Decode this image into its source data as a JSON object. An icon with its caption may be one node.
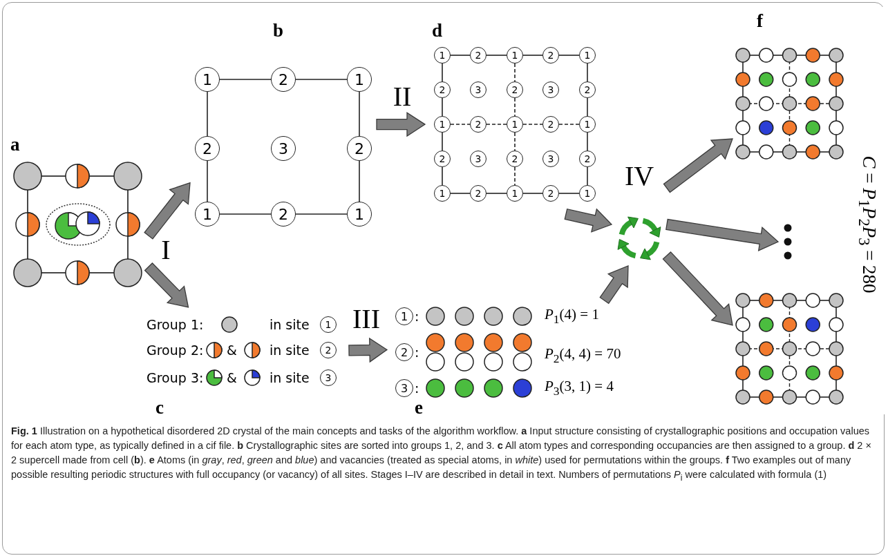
{
  "diagram": {
    "caption": "**Fig. 1** Illustration on a hypothetical disordered 2D crystal of the main concepts and tasks of the algorithm workflow. **a** Input structure consisting of crystallographic positions and occupation values for each atom type, as typically defined in a cif file. **b** Crystallographic sites are sorted into groups 1, 2, and 3. **c** All atom types and corresponding occupancies are then assigned to a group. **d** 2 × 2 supercell made from cell (**b**). **e** Atoms (in *gray*, *red*, *green* and *blue*) and vacancies (treated as special atoms, in *white*) used for permutations within the groups. **f** Two examples out of many possible resulting periodic structures with full occupancy (or vacancy) of all sites. Stages I–IV are described in detail in text. Numbers of permutations *P*$_{i}$ were calculated with formula (1)",
    "nodes": [
      {
        "text": [
          "a"
        ]
      },
      {
        "text": [
          "b"
        ]
      },
      {
        "text": [
          "1"
        ],
        "in": 1
      },
      {
        "text": [
          "2"
        ],
        "in": 1
      },
      {
        "text": [
          "1"
        ],
        "in": 1
      },
      {
        "text": [
          "2"
        ],
        "in": 1
      },
      {
        "text": [
          "3"
        ],
        "in": 1
      },
      {
        "text": [
          "2"
        ],
        "in": 1
      },
      {
        "text": [
          "1"
        ],
        "in": 1
      },
      {
        "text": [
          "2"
        ],
        "in": 1
      },
      {
        "text": [
          "1"
        ],
        "in": 1
      },
      {
        "text": [
          "d"
        ]
      },
      {
        "text": [
          "1"
        ],
        "in": 11
      },
      {
        "text": [
          "2"
        ],
        "in": 11
      },
      {
        "text": [
          "1"
        ],
        "in": 11
      },
      {
        "text": [
          "2"
        ],
        "in": 11
      },
      {
        "text": [
          "1"
        ],
        "in": 11
      },
      {
        "text": [
          "2"
        ],
        "in": 11
      },
      {
        "text": [
          "3"
        ],
        "in": 11
      },
      {
        "text": [
          "2"
        ],
        "in": 11
      },
      {
        "text": [
          "3"
        ],
        "in": 11
      },
      {
        "text": [
          "2"
        ],
        "in": 11
      },
      {
        "text": [
          "1"
        ],
        "in": 11
      },
      {
        "text": [
          "2"
        ],
        "in": 11
      },
      {
        "text": [
          "1"
        ],
        "in": 11
      },
      {
        "text": [
          "2"
        ],
        "in": 11
      },
      {
        "text": [
          "1"
        ],
        "in": 11
      },
      {
        "text": [
          "2"
        ],
        "in": 11
      },
      {
        "text": [
          "3"
        ],
        "in": 11
      },
      {
        "text": [
          "2"
        ],
        "in": 11
      },
      {
        "text": [
          "3"
        ],
        "in": 11
      },
      {
        "text": [
          "2"
        ],
        "in": 11
      },
      {
        "text": [
          "1"
        ],
        "in": 11
      },
      {
        "text": [
          "2"
        ],
        "in": 11
      },
      {
        "text": [
          "1"
        ],
        "in": 11
      },
      {
        "text": [
          "2"
        ],
        "in": 11
      },
      {
        "text": [
          "1"
        ],
        "in": 11
      },
      {
        "text": [],
        "shape": "picture",
        "beside": [
          "IV"
        ]
      },
      {
        "text": [
          "f"
        ]
      },
      {
        "text": [],
        "shape": "picture",
        "in": 38
      },
      {
        "text": [],
        "shape": "picture",
        "in": 38
      },
      {
        "text": [],
        "shape": "picture",
        "in": 38
      },
      {
        "text": [
          "Group 1:",
          "in site",
          "Group 2:",
          "&",
          "in site",
          "Group 3:",
          "&",
          "in site",
          "c"
        ]
      },
      {
        "text": [
          "1"
        ],
        "in": 42
      },
      {
        "text": [
          "2"
        ],
        "in": 42
      },
      {
        "text": [
          "3"
        ],
        "in": 42
      },
      {
        "text": [
          ":",
          "*P*$_{1}$(4) = 1",
          ":",
          "*P*$_{2}$(4, 4) = 70",
          ":",
          "*P*$_{3}$(3, 1) = 4",
          "e"
        ]
      },
      {
        "text": [
          "1"
        ],
        "in": 46
      },
      {
        "text": [
          "2"
        ],
        "in": 46
      },
      {
        "text": [
          "3"
        ],
        "in": 46
      }
    ],
    "edges": [
      {
        "from": 0,
        "to": 1,
        "arrow": "to",
        "label": "I",
        "style": "thick",
        "color": "#808080"
      },
      {
        "from": 0,
        "to": 42,
        "arrow": "to",
        "style": "thick",
        "color": "#808080"
      },
      {
        "from": 1,
        "to": 11,
        "arrow": "to",
        "label": "II",
        "style": "thick",
        "color": "#808080"
      },
      {
        "from": 42,
        "to": 46,
        "arrow": "to",
        "label": "III",
        "style": "thick",
        "color": "#808080"
      },
      {
        "from": 11,
        "to": 37,
        "arrow": "to",
        "style": "thick",
        "color": "#808080"
      },
      {
        "from": 46,
        "to": 37,
        "arrow": "to",
        "style": "thick",
        "color": "#808080"
      },
      {
        "from": 37,
        "to": 39,
        "arrow": "to",
        "style": "thick",
        "color": "#808080"
      },
      {
        "from": 37,
        "to": 40,
        "arrow": "to",
        "style": "thick",
        "color": "#808080"
      },
      {
        "from": 37,
        "to": 41,
        "arrow": "to",
        "style": "thick",
        "color": "#808080"
      },
      {
        "from": 2,
        "to": 3,
        "arrow": "none"
      },
      {
        "from": 3,
        "to": 4,
        "arrow": "none"
      },
      {
        "from": 8,
        "to": 9,
        "arrow": "none"
      },
      {
        "from": 9,
        "to": 10,
        "arrow": "none"
      },
      {
        "from": 2,
        "to": 5,
        "arrow": "none"
      },
      {
        "from": 5,
        "to": 8,
        "arrow": "none"
      },
      {
        "from": 4,
        "to": 7,
        "arrow": "none"
      },
      {
        "from": 7,
        "to": 10,
        "arrow": "none"
      },
      {
        "from": 12,
        "to": 13,
        "arrow": "none"
      },
      {
        "from": 13,
        "to": 14,
        "arrow": "none"
      },
      {
        "from": 14,
        "to": 15,
        "arrow": "none"
      },
      {
        "from": 15,
        "to": 16,
        "arrow": "none"
      },
      {
        "from": 22,
        "to": 23,
        "arrow": "none",
        "style": "dashed"
      },
      {
        "from": 23,
        "to": 24,
        "arrow": "none",
        "style": "dashed"
      },
      {
        "from": 24,
        "to": 25,
        "arrow": "none",
        "style": "dashed"
      },
      {
        "from": 25,
        "to": 26,
        "arrow": "none",
        "style": "dashed"
      },
      {
        "from": 32,
        "to": 33,
        "arrow": "none"
      },
      {
        "from": 33,
        "to": 34,
        "arrow": "none"
      },
      {
        "from": 34,
        "to": 35,
        "arrow": "none"
      },
      {
        "from": 35,
        "to": 36,
        "arrow": "none"
      },
      {
        "from": 12,
        "to": 17,
        "arrow": "none"
      },
      {
        "from": 17,
        "to": 22,
        "arrow": "none"
      },
      {
        "from": 22,
        "to": 27,
        "arrow": "none"
      },
      {
        "from": 27,
        "to": 32,
        "arrow": "none"
      },
      {
        "from": 14,
        "to": 19,
        "arrow": "none",
        "style": "dashed"
      },
      {
        "from": 19,
        "to": 24,
        "arrow": "none",
        "style": "dashed"
      },
      {
        "from": 24,
        "to": 29,
        "arrow": "none",
        "style": "dashed"
      },
      {
        "from": 29,
        "to": 34,
        "arrow": "none",
        "style": "dashed"
      },
      {
        "from": 16,
        "to": 21,
        "arrow": "none"
      },
      {
        "from": 21,
        "to": 26,
        "arrow": "none"
      },
      {
        "from": 26,
        "to": 31,
        "arrow": "none"
      },
      {
        "from": 31,
        "to": 36,
        "arrow": "none"
      }
    ],
    "labels": [
      "*C* = *P*$_{1}$*P*$_{2}$*P*$_{3}$ = 280"
    ]
  }
}
